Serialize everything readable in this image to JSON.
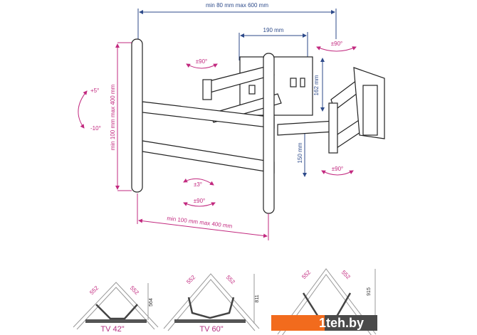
{
  "dimensions": {
    "wall_distance": "min 80 mm max 600 mm",
    "wall_plate_width": "190 mm",
    "wall_plate_height": "162 mm",
    "arm_height": "150 mm",
    "vesa_vertical": "min 100 mm max 400 mm",
    "vesa_horizontal": "min 100 mm max 400 mm"
  },
  "angles": {
    "tilt_up": "+5°",
    "tilt_down": "-10°",
    "swivel_wall": "±90°",
    "swivel_arm": "±90°",
    "swivel_elbow": "±90°",
    "level": "±3°",
    "swivel_tv": "±90°"
  },
  "corner_diagrams": [
    {
      "label": "TV 42\"",
      "left": "552",
      "right": "552",
      "depth": "564"
    },
    {
      "label": "TV 60\"",
      "left": "552",
      "right": "552",
      "depth": "811"
    },
    {
      "label": "",
      "left": "552",
      "right": "552",
      "depth": "915"
    }
  ],
  "watermark": "1teh.by",
  "colors": {
    "magenta": "#c2297f",
    "blue": "#2d4a8a",
    "watermark_orange": "#f26b1d"
  }
}
